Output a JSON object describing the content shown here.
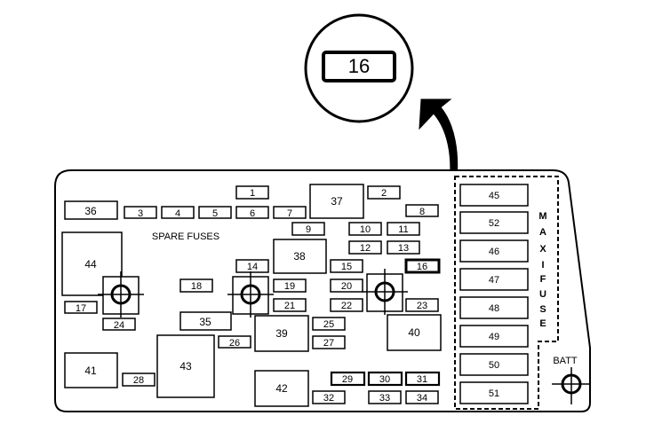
{
  "callout": {
    "label": "16"
  },
  "labels": {
    "spare_fuses": "SPARE FUSES",
    "battery": "BATT"
  },
  "maxi_fuse_letters": [
    "M",
    "A",
    "X",
    "I",
    "F",
    "U",
    "S",
    "E"
  ],
  "fuses": {
    "f1": "1",
    "f2": "2",
    "f3": "3",
    "f4": "4",
    "f5": "5",
    "f6": "6",
    "f7": "7",
    "f8": "8",
    "f9": "9",
    "f10": "10",
    "f11": "11",
    "f12": "12",
    "f13": "13",
    "f14": "14",
    "f15": "15",
    "f16": "16",
    "f17": "17",
    "f18": "18",
    "f19": "19",
    "f20": "20",
    "f21": "21",
    "f22": "22",
    "f23": "23",
    "f24": "24",
    "f25": "25",
    "f26": "26",
    "f27": "27",
    "f28": "28",
    "f29": "29",
    "f30": "30",
    "f31": "31",
    "f32": "32",
    "f33": "33",
    "f34": "34",
    "f35": "35",
    "f36": "36",
    "f37": "37",
    "f38": "38",
    "f39": "39",
    "f40": "40",
    "f41": "41",
    "f42": "42",
    "f43": "43",
    "f44": "44",
    "f45": "45",
    "f46": "46",
    "f47": "47",
    "f48": "48",
    "f49": "49",
    "f50": "50",
    "f51": "51",
    "f52": "52"
  }
}
